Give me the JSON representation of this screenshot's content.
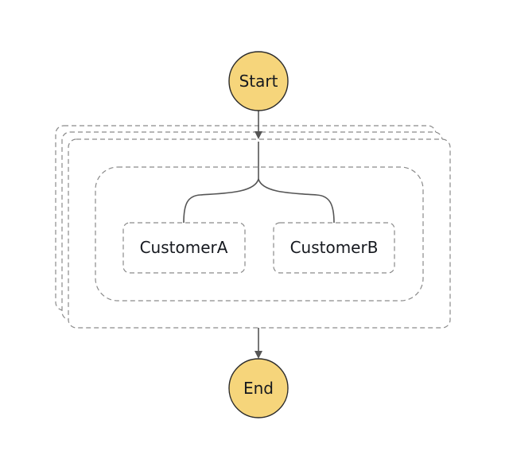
{
  "diagram": {
    "start_label": "Start",
    "end_label": "End",
    "branches": [
      {
        "label": "CustomerA"
      },
      {
        "label": "CustomerB"
      }
    ],
    "colors": {
      "terminal_fill": "#f6d57b",
      "terminal_stroke": "#2b2b2b",
      "edge": "#555555",
      "dashed_border": "#8a8a8a",
      "background": "#ffffff"
    }
  }
}
